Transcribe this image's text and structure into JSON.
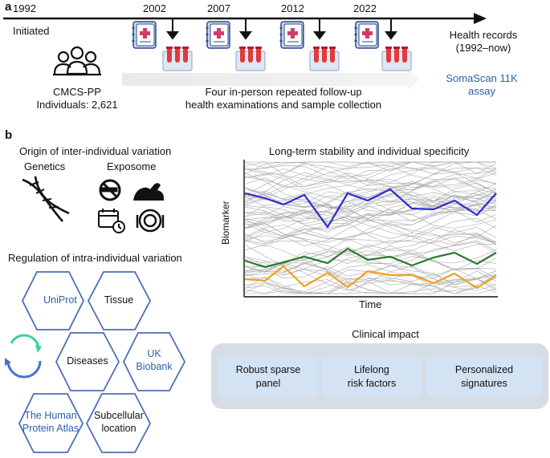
{
  "panel_a": {
    "label": "a",
    "years": [
      "1992",
      "2002",
      "2007",
      "2012",
      "2022"
    ],
    "initiated": "Initiated",
    "cohort_name": "CMCS-PP",
    "cohort_individuals": "Individuals: 2,621",
    "followup_line1": "Four in-person repeated follow-up",
    "followup_line2": "health examinations and sample collection",
    "records_line1": "Health records",
    "records_line2": "(1992–now)",
    "assay_line1": "SomaScan 11K",
    "assay_line2": "assay"
  },
  "panel_b": {
    "label": "b",
    "origin_title": "Origin of inter-individual variation",
    "genetics": "Genetics",
    "exposome": "Exposome",
    "regulation_title": "Regulation of intra-individual variation",
    "hexagons": {
      "uniprot": "UniProt",
      "tissue": "Tissue",
      "diseases": "Diseases",
      "ukb_line1": "UK",
      "ukb_line2": "Biobank",
      "hpa_line1": "The Human",
      "hpa_line2": "Protein Atlas",
      "sub_line1": "Subcellular",
      "sub_line2": "location"
    },
    "stability_title": "Long-term stability and individual specificity",
    "ylabel": "Biomarker",
    "xlabel": "Time",
    "impact_title": "Clinical impact",
    "impact_boxes": [
      {
        "line1": "Robust sparse",
        "line2": "panel"
      },
      {
        "line1": "Lifelong",
        "line2": "risk factors"
      },
      {
        "line1": "Personalized",
        "line2": "signatures"
      }
    ],
    "colors": {
      "blue_series": "#2b2bd0",
      "green_series": "#2a7a2a",
      "orange_series": "#f0a020",
      "hex_stroke": "#4a6fb5",
      "accent_text": "#2d5fa6"
    },
    "icons": [
      "people-icon",
      "dna-icon",
      "no-smoking-icon",
      "muscle-arm-icon",
      "calendar-clock-icon",
      "food-icon",
      "health-record-icon",
      "sample-tubes-icon",
      "cycle-arrows-icon"
    ]
  }
}
